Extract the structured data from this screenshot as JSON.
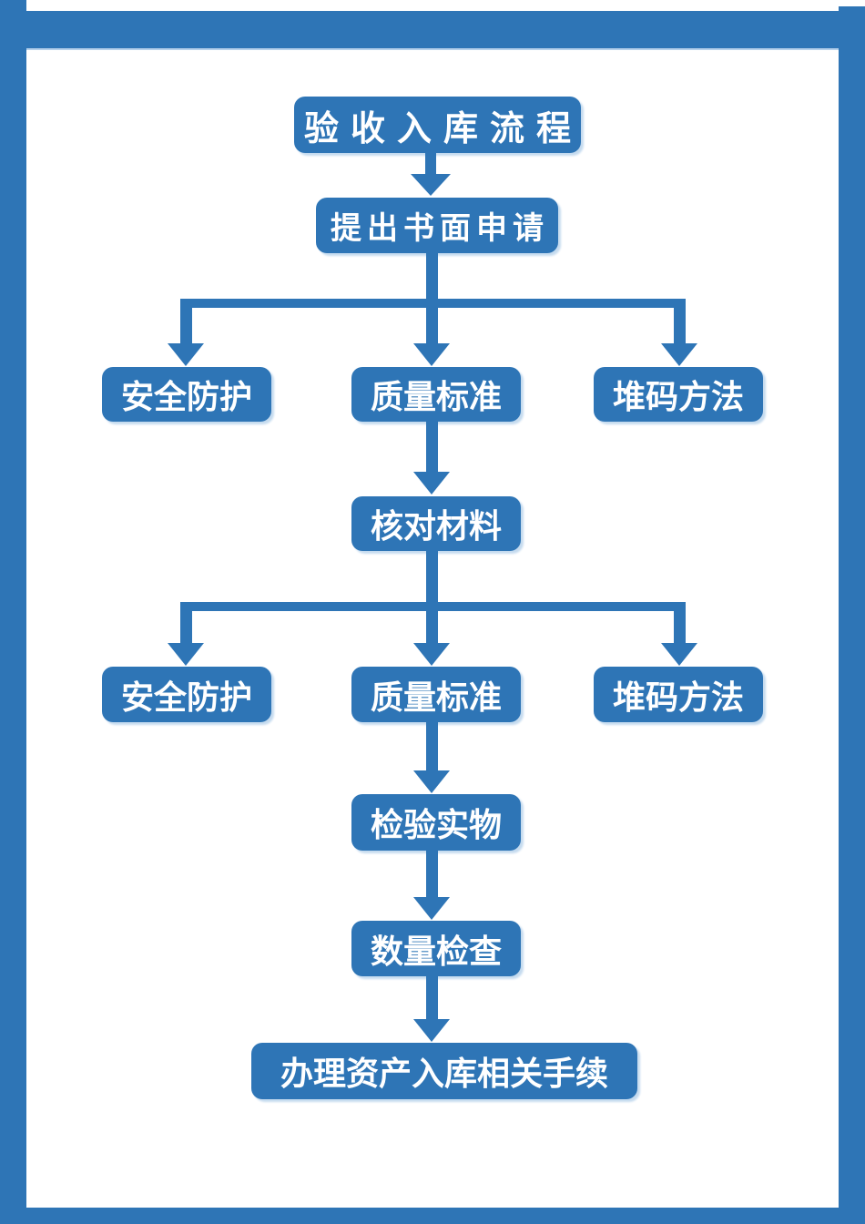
{
  "colors": {
    "accent_blue": "#2E75B6",
    "shadow_blue": "#C5DBEF",
    "background": "#FFFFFF",
    "text": "#FFFFFF"
  },
  "flow": {
    "title": "验收入库流程",
    "apply": "提出书面申请",
    "branch1": [
      "安全防护",
      "质量标准",
      "堆码方法"
    ],
    "check_materials": "核对材料",
    "branch2": [
      "安全防护",
      "质量标准",
      "堆码方法"
    ],
    "inspect_goods": "检验实物",
    "quantity_check": "数量检查",
    "final_step": "办理资产入库相关手续"
  }
}
